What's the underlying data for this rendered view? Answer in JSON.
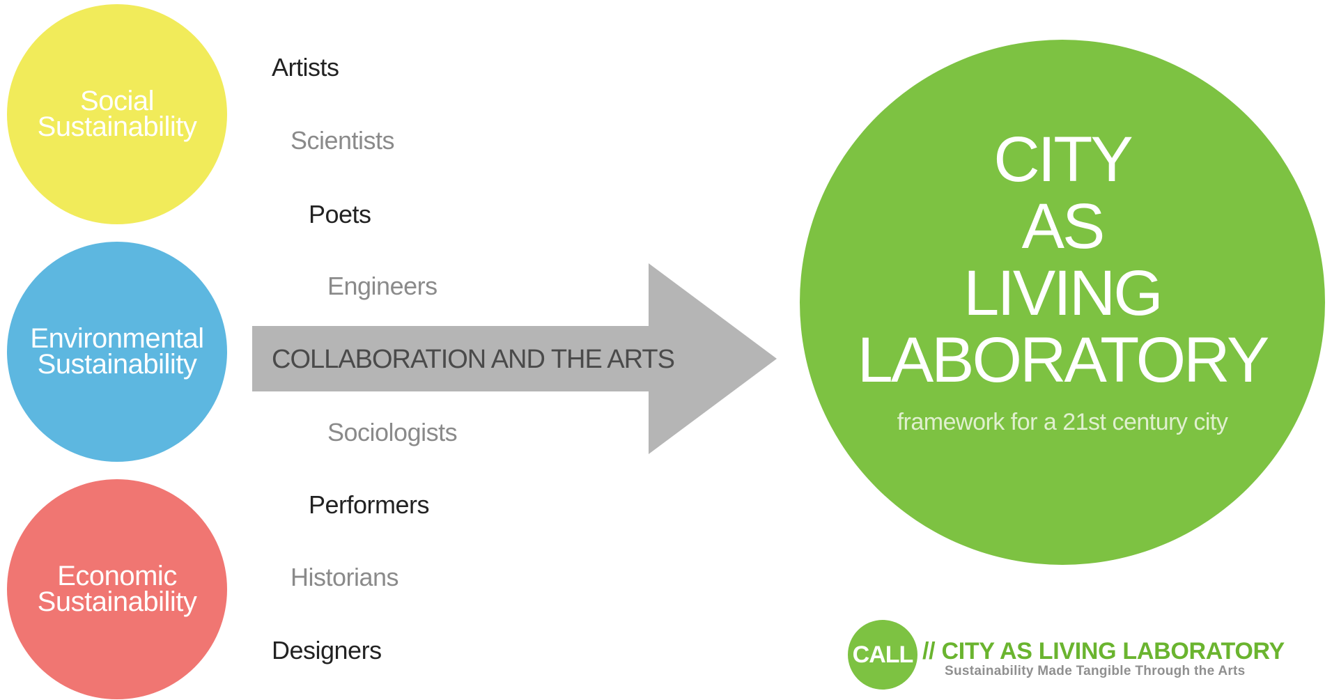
{
  "pillars": [
    {
      "line1": "Social",
      "line2": "Sustainability",
      "color": "#f1eb5a"
    },
    {
      "line1": "Environmental",
      "line2": "Sustainability",
      "color": "#5db7e0"
    },
    {
      "line1": "Economic",
      "line2": "Sustainability",
      "color": "#f07672"
    }
  ],
  "roles": [
    "Artists",
    "Scientists",
    "Poets",
    "Engineers",
    "Sociologists",
    "Performers",
    "Historians",
    "Designers"
  ],
  "arrow": {
    "label": "COLLABORATION AND THE ARTS",
    "color": "#b5b5b5"
  },
  "main": {
    "title_lines": [
      "CITY",
      "AS",
      "LIVING",
      "LABORATORY"
    ],
    "subtitle": "framework for a 21st century city",
    "color": "#7dc242"
  },
  "logo": {
    "mark": "CALL",
    "separator": "//",
    "title": "CITY AS LIVING LABORATORY",
    "tagline": "Sustainability Made Tangible Through the Arts"
  }
}
